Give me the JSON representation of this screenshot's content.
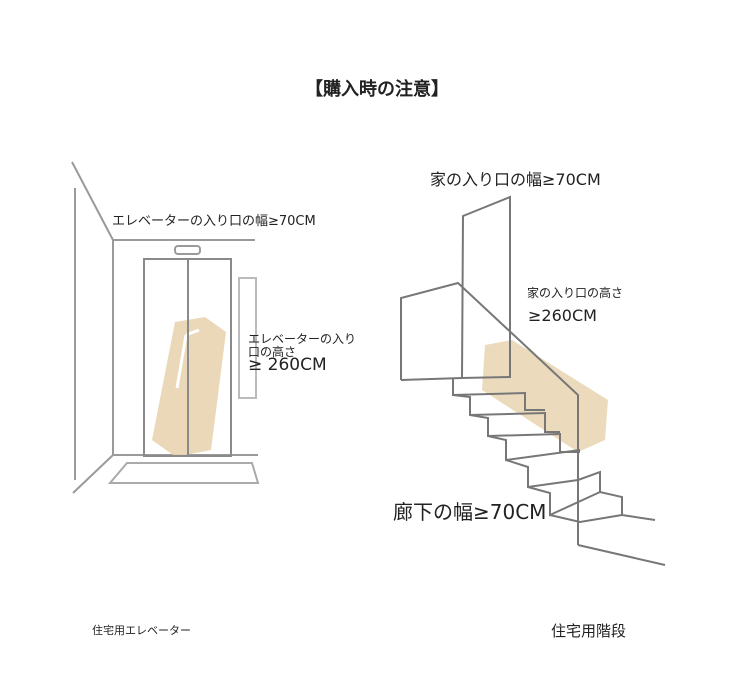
{
  "title": "【購入時の注意】",
  "elevator": {
    "width_label": "エレベーターの入り口の幅≥70CM",
    "height_label_line1": "エレベーターの入り",
    "height_label_line2": "口の高さ",
    "height_value": "≥ 260CM",
    "caption": "住宅用エレベーター"
  },
  "stairs": {
    "door_width_label": "家の入り口の幅≥70CM",
    "door_height_label": "家の入り口の高さ",
    "door_height_value": "≥260CM",
    "corridor_label": "廊下の幅≥70CM",
    "caption": "住宅用階段"
  },
  "colors": {
    "box": "#e8d4b0",
    "line": "#8a8a8a"
  }
}
